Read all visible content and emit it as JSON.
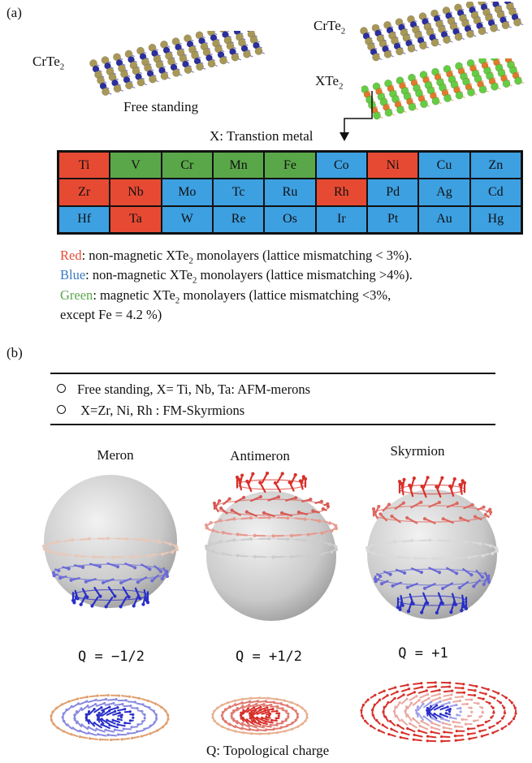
{
  "panel_a": {
    "label": "(a)",
    "left_material": "CrTe",
    "left_material_sub": "2",
    "left_caption": "Free standing",
    "top_material": "CrTe",
    "top_material_sub": "2",
    "bottom_material": "XTe",
    "bottom_material_sub": "2",
    "arrow_label": "X: Transtion metal",
    "table": [
      [
        {
          "el": "Ti",
          "c": "red"
        },
        {
          "el": "V",
          "c": "green"
        },
        {
          "el": "Cr",
          "c": "green"
        },
        {
          "el": "Mn",
          "c": "green"
        },
        {
          "el": "Fe",
          "c": "green"
        },
        {
          "el": "Co",
          "c": "blue"
        },
        {
          "el": "Ni",
          "c": "red"
        },
        {
          "el": "Cu",
          "c": "blue"
        },
        {
          "el": "Zn",
          "c": "blue"
        }
      ],
      [
        {
          "el": "Zr",
          "c": "red"
        },
        {
          "el": "Nb",
          "c": "red"
        },
        {
          "el": "Mo",
          "c": "blue"
        },
        {
          "el": "Tc",
          "c": "blue"
        },
        {
          "el": "Ru",
          "c": "blue"
        },
        {
          "el": "Rh",
          "c": "red"
        },
        {
          "el": "Pd",
          "c": "blue"
        },
        {
          "el": "Ag",
          "c": "blue"
        },
        {
          "el": "Cd",
          "c": "blue"
        }
      ],
      [
        {
          "el": "Hf",
          "c": "blue"
        },
        {
          "el": "Ta",
          "c": "red"
        },
        {
          "el": "W",
          "c": "blue"
        },
        {
          "el": "Re",
          "c": "blue"
        },
        {
          "el": "Os",
          "c": "blue"
        },
        {
          "el": "Ir",
          "c": "blue"
        },
        {
          "el": "Pt",
          "c": "blue"
        },
        {
          "el": "Au",
          "c": "blue"
        },
        {
          "el": "Hg",
          "c": "blue"
        }
      ]
    ],
    "legend": {
      "red_key": "Red",
      "red_pre": ":  non-magnetic XTe",
      "red_post": " monolayers (lattice mismatching < 3%).",
      "blue_key": "Blue",
      "blue_pre": ":  non-magnetic XTe",
      "blue_post": " monolayers (lattice mismatching >4%).",
      "green_key": "Green",
      "green_pre": ": magnetic XTe",
      "green_post": " monolayers (lattice mismatching <3%,",
      "green_line2": "except Fe = 4.2 %)",
      "sub": "2"
    }
  },
  "panel_b": {
    "label": "(b)",
    "bullets": [
      "Free standing, X= Ti, Nb, Ta: AFM-merons",
      " X=Zr, Ni, Rh : FM-Skyrmions"
    ],
    "columns": [
      {
        "title": "Meron",
        "q": "Q = −1/2"
      },
      {
        "title": "Antimeron",
        "q": "Q = +1/2"
      },
      {
        "title": "Skyrmion",
        "q": "Q = +1"
      }
    ],
    "footer": "Q: Topological charge"
  },
  "colors": {
    "red": "#e74a33",
    "blue": "#3da0e1",
    "green": "#5aa749",
    "atom_te": "#a89858",
    "atom_cr": "#2b2f9e",
    "atom_te_green": "#66cc44",
    "atom_x": "#e07a2a",
    "arrow_up": "#d9302a",
    "arrow_down": "#2a2fc8"
  }
}
